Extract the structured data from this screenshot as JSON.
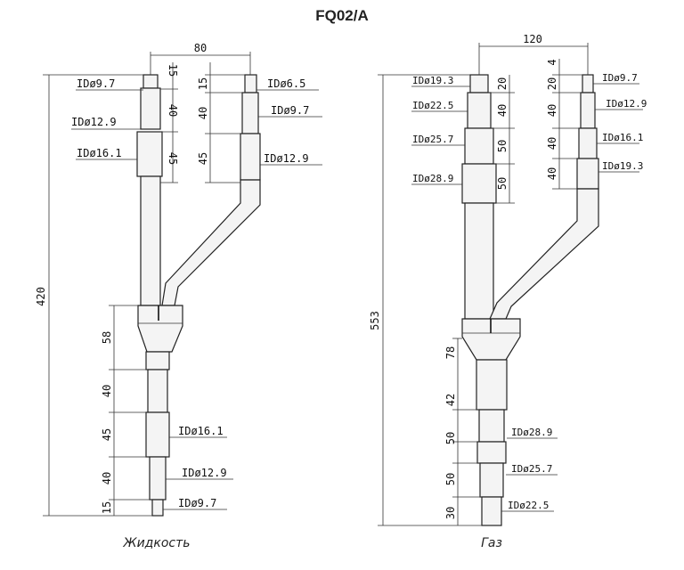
{
  "title": "FQ02/A",
  "liquid": {
    "caption": "Жидкость",
    "dims": {
      "width": "80",
      "total": "420",
      "top_left_15": "15",
      "top_left_40": "40",
      "top_left_45": "45",
      "top_right_15": "15",
      "top_right_40": "40",
      "top_right_45": "45",
      "bottom_58": "58",
      "bottom_40a": "40",
      "bottom_45": "45",
      "bottom_40b": "40",
      "bottom_15": "15"
    },
    "labels": {
      "l_id97": "IDø9.7",
      "l_id129": "IDø12.9",
      "l_id161": "IDø16.1",
      "r_id65": "IDø6.5",
      "r_id97": "IDø9.7",
      "r_id129": "IDø12.9",
      "b_id161": "IDø16.1",
      "b_id129": "IDø12.9",
      "b_id97": "IDø9.7"
    }
  },
  "gas": {
    "caption": "Газ",
    "dims": {
      "width": "120",
      "total": "553",
      "top_left_20": "20",
      "top_left_40": "40",
      "top_left_50a": "50",
      "top_left_50b": "50",
      "top_right_4": "4",
      "top_right_20": "20",
      "top_right_40a": "40",
      "top_right_40b": "40",
      "top_right_40c": "40",
      "bottom_78": "78",
      "bottom_42": "42",
      "bottom_50a": "50",
      "bottom_50b": "50",
      "bottom_30": "30"
    },
    "labels": {
      "l_id193": "IDø19.3",
      "l_id225": "IDø22.5",
      "l_id257": "IDø25.7",
      "l_id289": "IDø28.9",
      "r_id97": "IDø9.7",
      "r_id129": "IDø12.9",
      "r_id161": "IDø16.1",
      "r_id193": "IDø19.3",
      "b_id289": "IDø28.9",
      "b_id257": "IDø25.7",
      "b_id225": "IDø22.5"
    }
  }
}
